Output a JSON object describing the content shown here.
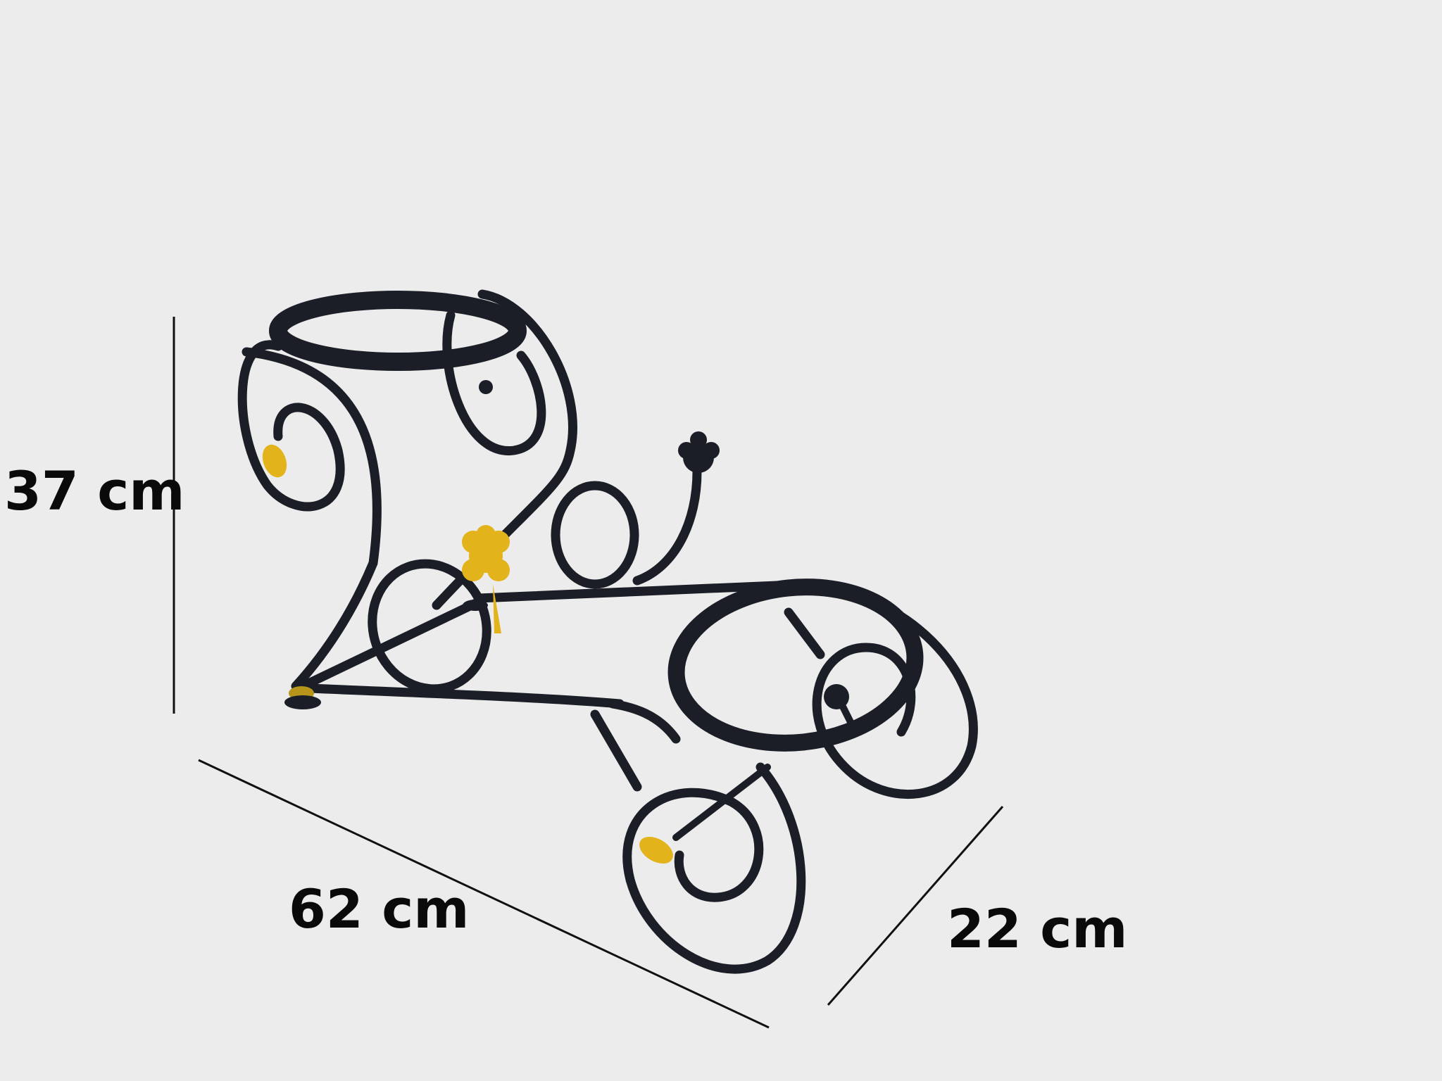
{
  "dimensions": {
    "height": "37 cm",
    "length": "62 cm",
    "depth": "22 cm"
  },
  "colors": {
    "background": "#ececec",
    "frame": "#1b1e26",
    "accent_flower": "#e2b31a",
    "dimension_line": "#111111"
  },
  "image": {
    "subject": "plant-stand-photo"
  }
}
